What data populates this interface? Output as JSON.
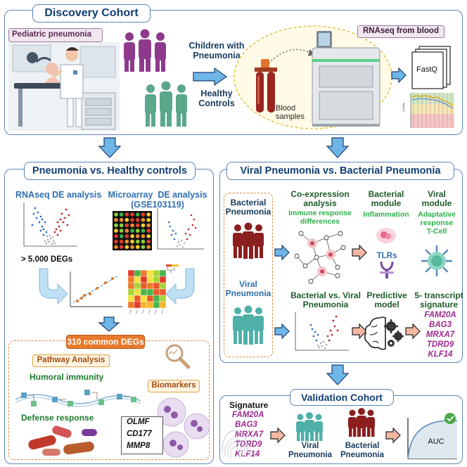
{
  "discovery": {
    "title": "Discovery Cohort",
    "pediatric_label": "Pediatric pneumonia",
    "children_label": "Children with\nPneumonia",
    "healthy_label": "Healthy\nControls",
    "rnaseq_blood_label": "RNAseq from blood",
    "blood_samples_label": "Blood\nsamples",
    "fastq_label": "FastQ",
    "quality_axis_label": "Quality"
  },
  "pneumonia_healthy": {
    "title": "Pneumonia vs. Healthy controls",
    "rnaseq_de_label": "RNAseq DE analysis",
    "microarray_label": "Microarray  DE analysis\n(GSE103119)",
    "degs_label": "> 5.000 DEGs",
    "common_degs_label": "310 common DEGs",
    "pathway_label": "Pathway Analysis",
    "humoral_label": "Humoral immunity",
    "defense_label": "Defense response",
    "biomarkers_label": "Biomarkers",
    "biomarker_genes": [
      "OLMF",
      "CD177",
      "MMP8"
    ]
  },
  "viral_bacterial": {
    "title": "Viral Pneumonia vs. Bacterial Pneumonia",
    "bacterial_pneumonia_label": "Bacterial\nPneumonia",
    "viral_pneumonia_label": "Viral\nPneumonia",
    "coexpression_label": "Co-expression\nanalysis",
    "immune_diff_label": "Immune response\ndifferences",
    "bacterial_module_label": "Bacterial\nmodule",
    "inflammation_label": "Inflammation",
    "tlrs_label": "TLRs",
    "viral_module_label": "Viral\nmodule",
    "adaptive_label": "Adaptative\nresponse\nT-Cell",
    "bact_vs_viral_label": "Bacterial vs. Viral\nPneumonia",
    "predictive_label": "Predictive\nmodel",
    "signature_title": "5- transcript\nsignature",
    "signature_genes": [
      "FAM20A",
      "BAG3",
      "MRXA7",
      "TDRD9",
      "KLF14"
    ]
  },
  "validation": {
    "title": "Validation Cohort",
    "signature_label": "Signature",
    "signature_genes": [
      "FAM20A",
      "BAG3",
      "MRXA7",
      "TDRD9",
      "KLF14"
    ],
    "viral_label": "Viral\nPneumonia",
    "bacterial_label": "Bacterial\nPneumonia",
    "auc_label": "AUC"
  },
  "colors": {
    "border_blue": "#5b86b5",
    "title_navy": "#123f73",
    "purple_people": "#8e3a8c",
    "green_people": "#5aa78a",
    "bacterial_red": "#8b1e1e",
    "viral_teal": "#4fb0a8",
    "signature_magenta": "#9b2a8e",
    "dashed_orange": "#e08a3c"
  }
}
